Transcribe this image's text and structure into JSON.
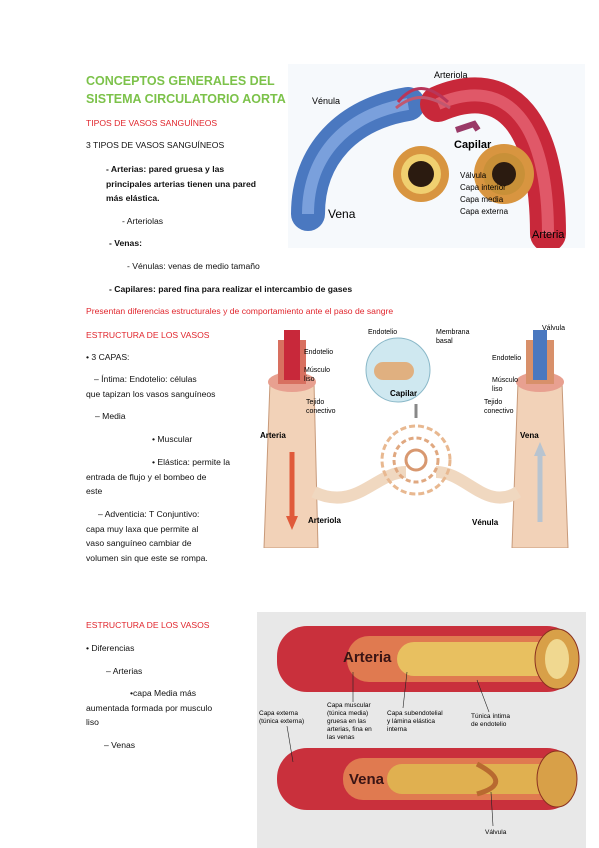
{
  "title_line1": "CONCEPTOS GENERALES DEL",
  "title_line2": "SISTEMA CIRCULATORIO AORTA",
  "section1": {
    "heading": "TIPOS DE VASOS SANGUÍNEOS",
    "subheading": "3 TIPOS DE VASOS SANGUÍNEOS",
    "arterias_l1": "- Arterias: pared gruesa y las",
    "arterias_l2": "principales arterias tienen una pared",
    "arterias_l3": "más elástica.",
    "arteriolas": "- Arteriolas",
    "venas": "- Venas:",
    "venulas": "- Vénulas: venas de medio tamaño",
    "capilares": "- Capilares: pared fina para realizar el intercambio de gases"
  },
  "fig1": {
    "arteriola": "Arteriola",
    "venula": "Vénula",
    "capilar": "Capilar",
    "valvula": "Válvula",
    "capa_interior": "Capa interior",
    "capa_media": "Capa media",
    "capa_externa": "Capa externa",
    "vena": "Vena",
    "arteria": "Arteria"
  },
  "differences_note": "Presentan diferencias estructurales y de comportamiento ante el paso de sangre",
  "section2": {
    "heading": "ESTRUCTURA DE LOS VASOS",
    "capas": "• 3 CAPAS:",
    "intima_l1": "– Íntima: Endotelio: células",
    "intima_l2": "que tapizan los vasos sanguíneos",
    "media": "– Media",
    "muscular": "• Muscular",
    "elastica_l1": "• Elástica: permite la",
    "elastica_l2": "entrada de flujo y el bombeo de",
    "elastica_l3": "este",
    "adventicia_l1": "– Adventicia: T Conjuntivo:",
    "adventicia_l2": "capa muy laxa que permite al",
    "adventicia_l3": "vaso sanguíneo cambiar de",
    "adventicia_l4": "volumen sin que este se rompa."
  },
  "fig2": {
    "endotelio_l": "Endotelio",
    "musculo_l1": "Músculo",
    "musculo_l2": "liso",
    "tejido_l1": "Tejido",
    "tejido_l2": "conectivo",
    "arteria": "Arteria",
    "arteriola": "Arteriola",
    "endotelio_c": "Endotelio",
    "membrana_l1": "Membrana",
    "membrana_l2": "basal",
    "capilar": "Capilar",
    "valvula": "Válvula",
    "endotelio_r": "Endotelio",
    "musculo_r1": "Músculo",
    "musculo_r2": "liso",
    "tejido_r1": "Tejido",
    "tejido_r2": "conectivo",
    "vena": "Vena",
    "venula": "Vénula"
  },
  "section3": {
    "heading": "ESTRUCTURA DE LOS VASOS",
    "diferencias": "• Diferencias",
    "arterias": "– Arterias",
    "capa_l1": "•capa  Media más",
    "capa_l2": "aumentada formada por musculo",
    "capa_l3": "liso",
    "venas": "– Venas"
  },
  "fig3": {
    "arteria": "Arteria",
    "vena": "Vena",
    "ext_l1": "Capa externa",
    "ext_l2": "(túnica externa)",
    "mus_l1": "Capa muscular",
    "mus_l2": "(túnica media)",
    "mus_l3": "gruesa en las",
    "mus_l4": "arterias, fina en",
    "mus_l5": "las venas",
    "sub_l1": "Capa subendotelial",
    "sub_l2": "y lámina elástica",
    "sub_l3": "interna",
    "int_l1": "Túnica íntima",
    "int_l2": "de endotelio",
    "valvula": "Válvula"
  },
  "colors": {
    "title_green": "#7cc24a",
    "heading_red": "#e0262d",
    "artery_red": "#c8283a",
    "vein_blue": "#4a78c0"
  }
}
